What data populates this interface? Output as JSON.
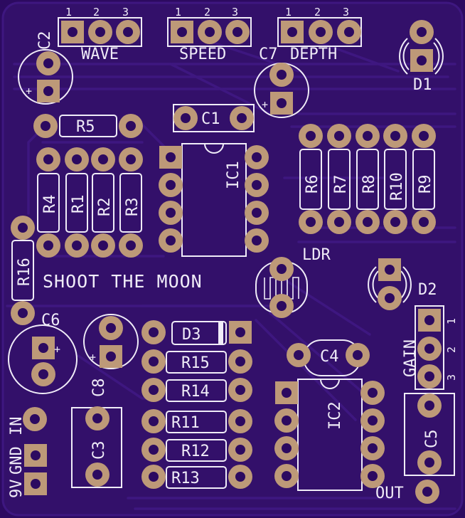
{
  "headers": {
    "wave": "WAVE",
    "speed": "SPEED",
    "depth": "DEPTH",
    "pin1": "1",
    "pin2": "2",
    "pin3": "3"
  },
  "title": "SHOOT THE MOON",
  "labels": {
    "c1": "C1",
    "c2": "C2",
    "c3": "C3",
    "c4": "C4",
    "c5": "C5",
    "c6": "C6",
    "c7": "C7",
    "c8": "C8",
    "d1": "D1",
    "d2": "D2",
    "d3": "D3",
    "ic1": "IC1",
    "ic2": "IC2",
    "r1": "R1",
    "r2": "R2",
    "r3": "R3",
    "r4": "R4",
    "r5": "R5",
    "r6": "R6",
    "r7": "R7",
    "r8": "R8",
    "r9": "R9",
    "r10": "R10",
    "r11": "R11",
    "r12": "R12",
    "r13": "R13",
    "r14": "R14",
    "r15": "R15",
    "r16": "R16",
    "ldr": "LDR",
    "gain": "GAIN",
    "gnd": "GND",
    "in": "IN",
    "nine_v": "9V",
    "out": "OUT",
    "plus": "+"
  },
  "colors": {
    "board": "#2c0a60",
    "silkscreen": "#f0ecf8",
    "pad": "#bd9978",
    "trace": "#3e1780"
  }
}
